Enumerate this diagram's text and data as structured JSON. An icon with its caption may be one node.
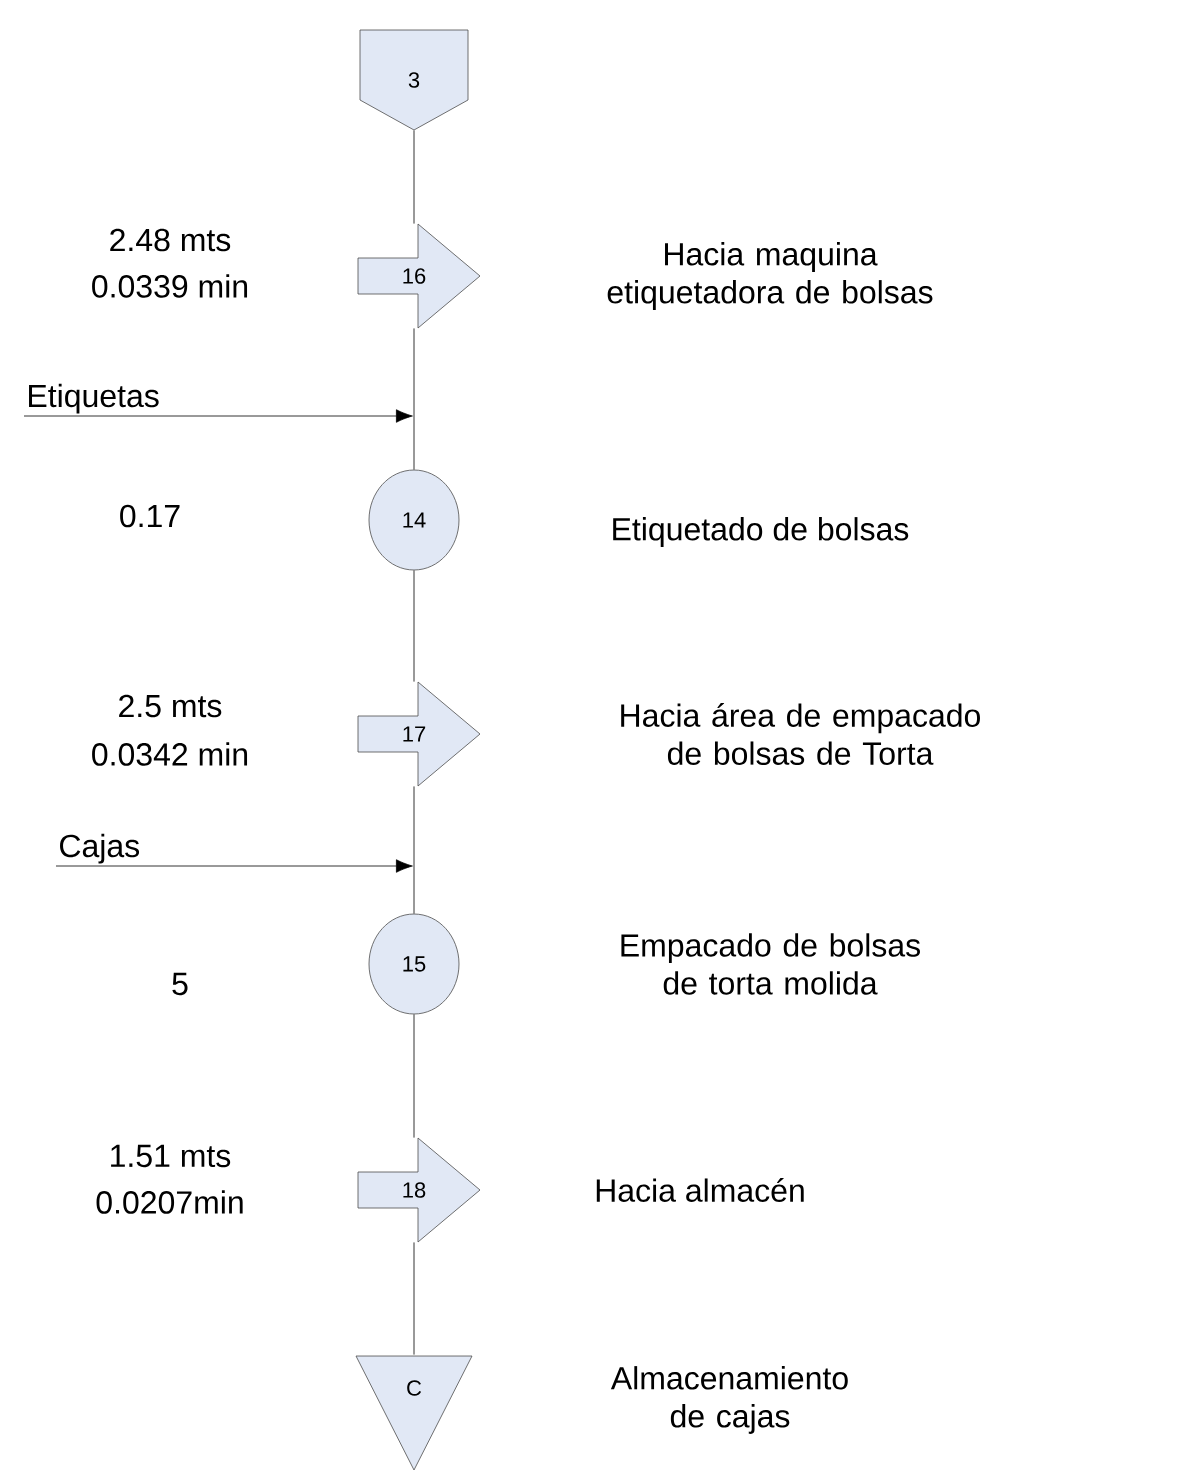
{
  "diagram": {
    "nodes": [
      {
        "text": [
          "3"
        ]
      },
      {
        "text": [
          "16"
        ]
      },
      {
        "text": [
          "Etiquetas"
        ]
      },
      {
        "text": [
          "14"
        ]
      },
      {
        "text": [
          "17"
        ]
      },
      {
        "text": [
          "Cajas"
        ]
      },
      {
        "text": [
          "15"
        ]
      },
      {
        "text": [
          "18"
        ]
      },
      {
        "text": [
          "C"
        ]
      }
    ],
    "edges": [
      {
        "from": 0,
        "to": 1,
        "arrow": "none"
      },
      {
        "from": 1,
        "to": 3,
        "arrow": "none"
      },
      {
        "from": 2,
        "to": null,
        "arrow": "to"
      },
      {
        "from": 3,
        "to": 4,
        "arrow": "none"
      },
      {
        "from": 4,
        "to": 6,
        "arrow": "none"
      },
      {
        "from": 5,
        "to": null,
        "arrow": "to"
      },
      {
        "from": 6,
        "to": 7,
        "arrow": "none"
      },
      {
        "from": 7,
        "to": 8,
        "arrow": "none"
      }
    ],
    "labels": [
      "2.48 mts",
      "0.0339 min",
      "Hacia maquina etiquetadora de bolsas",
      "0.17",
      "Etiquetado de bolsas",
      "2.5 mts",
      "0.0342 min",
      "Hacia área de empacado de bolsas de Torta",
      "5",
      "Empacado de bolsas de torta molida",
      "1.51 mts",
      "0.0207min",
      "Hacia almacén",
      "Almacenamiento de cajas"
    ]
  }
}
